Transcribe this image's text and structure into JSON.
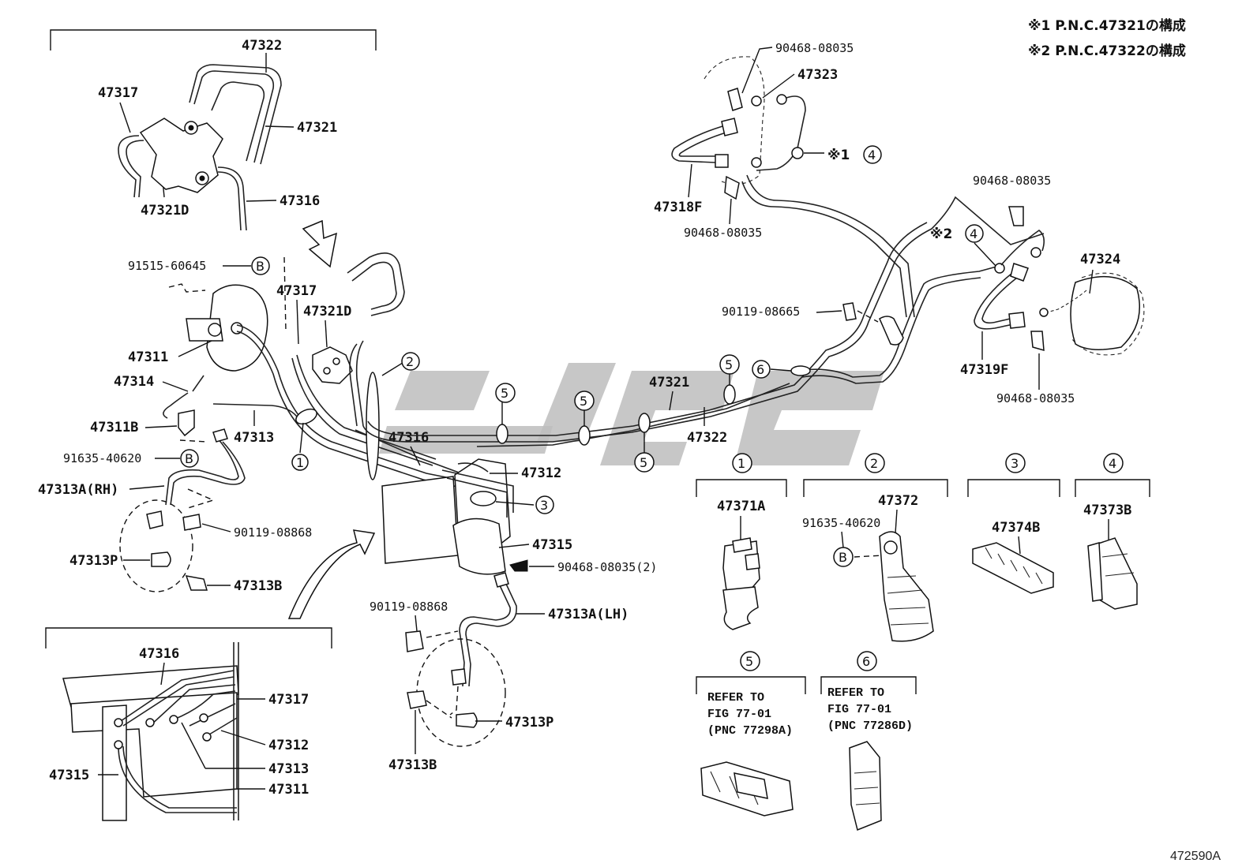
{
  "notes": {
    "note1": "※1 P.N.C.47321の構成",
    "note2": "※2 P.N.C.47322の構成"
  },
  "figure_id": "472590A",
  "labels": {
    "p47322_top": "47322",
    "p47317_top": "47317",
    "p47321_top": "47321",
    "p47316_top": "47316",
    "p47321D_top": "47321D",
    "p91515": "91515-60645",
    "p47317_mid": "47317",
    "p47321D_mid": "47321D",
    "p47311": "47311",
    "p47314": "47314",
    "p47311B": "47311B",
    "p47313_mid": "47313",
    "p91635_left": "91635-40620",
    "p47313A_rh": "47313A(RH)",
    "p90119_08868_left": "90119-08868",
    "p47313P_left": "47313P",
    "p47313B_left": "47313B",
    "p47316_mid": "47316",
    "p47312_mid": "47312",
    "p47315_mid": "47315",
    "p90468_2": "90468-08035(2)",
    "p90119_08868_mid": "90119-08868",
    "p47313A_lh": "47313A(LH)",
    "p47313P_mid": "47313P",
    "p47313B_mid": "47313B",
    "p47321_center": "47321",
    "p47322_center": "47322",
    "p90468_a": "90468-08035",
    "p47323": "47323",
    "p47318F": "47318F",
    "p90468_b": "90468-08035",
    "p90468_c": "90468-08035",
    "p47324": "47324",
    "p90119_08665": "90119-08665",
    "p47319F": "47319F",
    "p90468_d": "90468-08035",
    "ref_note1": "※1",
    "ref_note2": "※2",
    "p47316_inset": "47316",
    "p47317_inset": "47317",
    "p47312_inset": "47312",
    "p47313_inset": "47313",
    "p47315_inset": "47315",
    "p47311_inset": "47311",
    "p47371A": "47371A",
    "p47372": "47372",
    "p91635_right": "91635-40620",
    "p47374B": "47374B",
    "p47373B": "47373B"
  },
  "circles": {
    "c1": "1",
    "c2": "2",
    "c3": "3",
    "c4": "4",
    "c5": "5",
    "c6": "6",
    "b": "B"
  },
  "refer": {
    "five": {
      "l1": "REFER TO",
      "l2": "FIG 77-01",
      "l3": "(PNC 77298A)"
    },
    "six": {
      "l1": "REFER TO",
      "l2": "FIG 77-01",
      "l3": "(PNC 77286D)"
    }
  }
}
